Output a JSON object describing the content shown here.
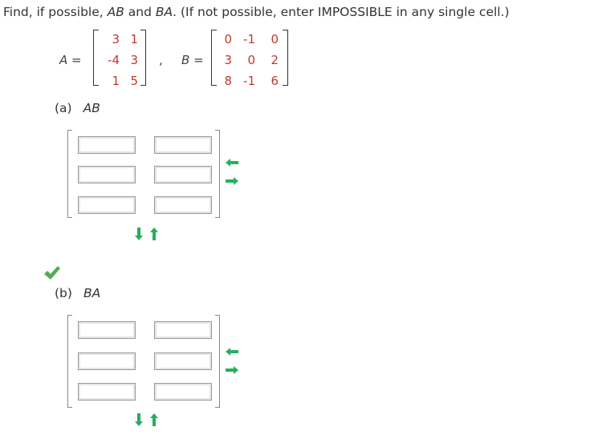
{
  "question": {
    "prefix": "Find, if possible, ",
    "ab": "AB",
    "and": " and ",
    "ba": "BA",
    "suffix": ". (If not possible, enter IMPOSSIBLE in any single cell.)"
  },
  "matrixA": {
    "label": "A",
    "equals": " =",
    "rows": [
      [
        "3",
        "1"
      ],
      [
        "-4",
        "3"
      ],
      [
        "1",
        "5"
      ]
    ],
    "after": ","
  },
  "matrixB": {
    "label": "B",
    "equals": " =",
    "rows": [
      [
        "0",
        "-1",
        "0"
      ],
      [
        "3",
        "0",
        "2"
      ],
      [
        "8",
        "-1",
        "6"
      ]
    ]
  },
  "partA": {
    "letter": "(a)",
    "expr": "AB"
  },
  "partB": {
    "letter": "(b)",
    "expr": "BA"
  },
  "colors": {
    "entry": "#c0392b",
    "arrow": "#27ae60",
    "check": "#4caf50"
  }
}
